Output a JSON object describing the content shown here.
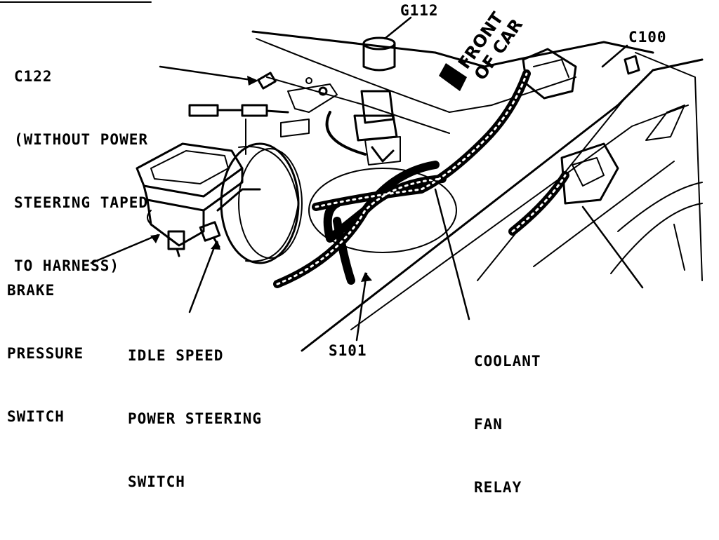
{
  "labels": {
    "g112": "G112",
    "c100": "C100",
    "c122": [
      "C122",
      "(WITHOUT POWER",
      "STEERING TAPED",
      "TO HARNESS)"
    ],
    "front_of_car": [
      "FRONT",
      "OF CAR"
    ],
    "brake_pressure_switch": [
      "BRAKE",
      "PRESSURE",
      "SWITCH"
    ],
    "idle_speed_switch": [
      "IDLE SPEED",
      "POWER STEERING",
      "SWITCH"
    ],
    "s101": "S101",
    "coolant_fan_relay": [
      "COOLANT",
      "FAN",
      "RELAY"
    ]
  }
}
